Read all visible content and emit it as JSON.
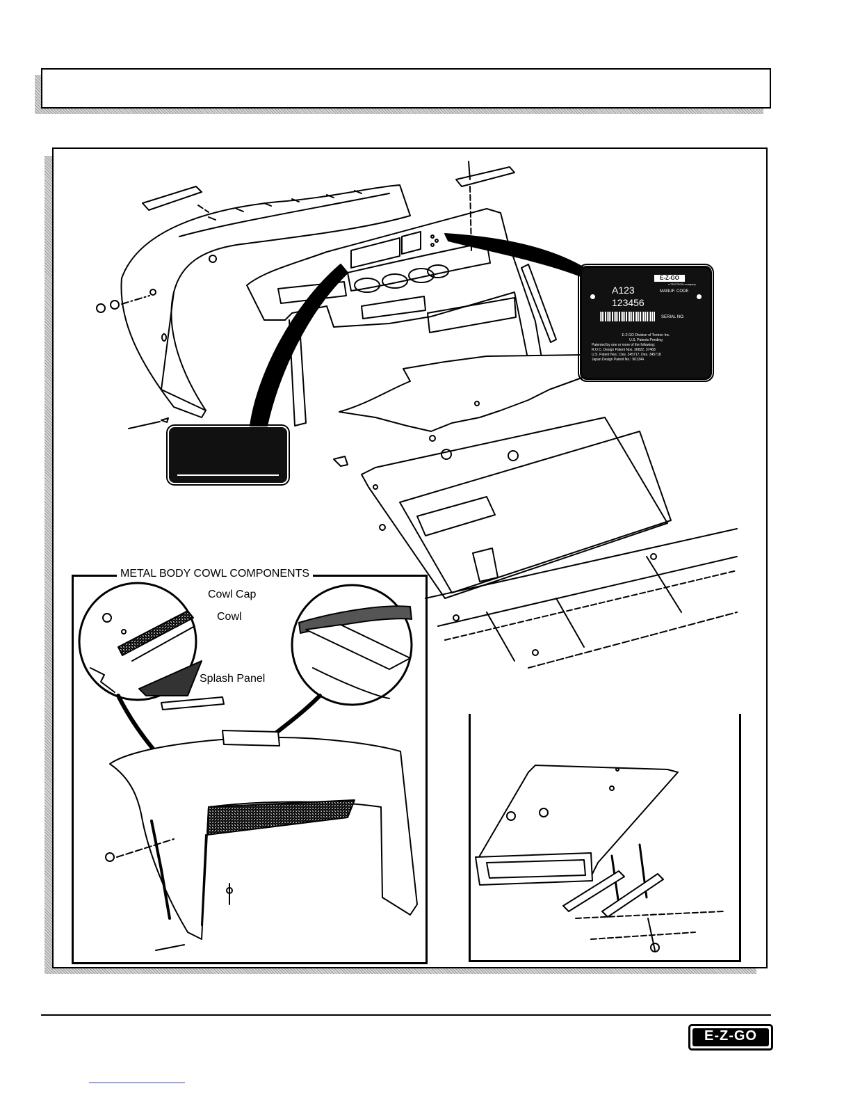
{
  "serial_plate": {
    "logo": "E-Z-GO",
    "sub": "a TEXTRON company",
    "manufacturer_code": "A123",
    "serial_number": "123456",
    "manufacturer_code_label": "MANUF. CODE",
    "serial_number_label": "SERIAL NO.",
    "lines": [
      "E-Z-GO Division of Textron Inc.",
      "U.S. Patents Pending",
      "Patented by one or more of the following:",
      "R.O.C. Design Patent Nos. 36822, 37468",
      "U.S. Patent Nos.: Des. 345717, Des. 345718",
      "Japan Design Patent No.: 901344"
    ]
  },
  "inset_left": {
    "title": "METAL BODY COWL COMPONENTS",
    "labels": {
      "cowl_cap": "Cowl Cap",
      "cowl": "Cowl",
      "splash_panel": "Splash Panel"
    }
  },
  "footer": {
    "logo": "E-Z-GO"
  }
}
